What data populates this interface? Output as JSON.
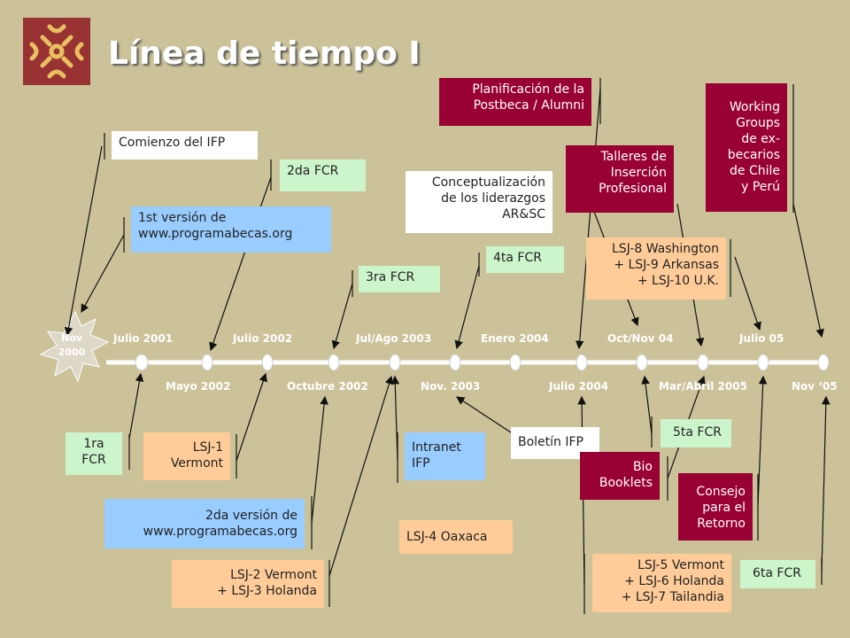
{
  "title": "Línea de tiempo I",
  "logo": "cross-logo-icon",
  "star_label": "Nov\n2000",
  "dates_top": [
    "Julio 2001",
    "Julio 2002",
    "Jul/Ago 2003",
    "Enero 2004",
    "Oct/Nov 04",
    "Julio 05"
  ],
  "dates_bottom": [
    "Mayo 2002",
    "Octubre 2002",
    "Nov. 2003",
    "Julio 2004",
    "Mar/Abril 2005",
    "Nov ‘05"
  ],
  "events": {
    "comienzo": "Comienzo del IFP",
    "fcr2": "2da FCR",
    "version1": "1st versión de\nwww.programabecas.org",
    "fcr3": "3ra FCR",
    "concept": "Conceptualización\nde los liderazgos\nAR&SC",
    "fcr4": "4ta FCR",
    "planificacion": "Planificación de la\nPostbeca / Alumni",
    "talleres": "Talleres de\nInserción\nProfesional",
    "lsj8": "LSJ-8 Washington\n+ LSJ-9 Arkansas\n+ LSJ-10 U.K.",
    "working": "Working\nGroups\nde ex-\nbecarios\nde Chile\ny Perú",
    "fcr1": "1ra\nFCR",
    "lsj1": "LSJ-1\nVermont",
    "version2": "2da versión de\nwww.programabecas.org",
    "lsj23": "LSJ-2 Vermont\n+ LSJ-3 Holanda",
    "intranet": "Intranet\n IFP",
    "lsj4": "LSJ-4 Oaxaca",
    "boletin": "Boletín IFP",
    "bio": "Bio\nBooklets",
    "fcr5": "5ta FCR",
    "consejo": "Consejo\npara el\nRetorno",
    "lsj567": "LSJ-5 Vermont\n+ LSJ-6 Holanda\n+ LSJ-7 Tailandia",
    "fcr6": "6ta FCR"
  }
}
